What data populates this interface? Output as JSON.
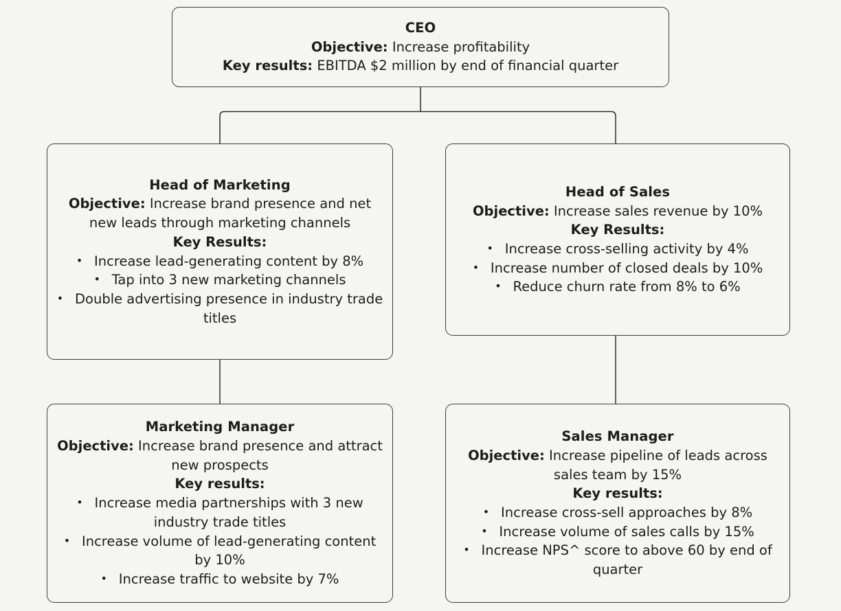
{
  "diagram": {
    "type": "org-chart",
    "title": "OKR cascade organisational chart",
    "colors": {
      "background": "#f5f5f3",
      "box_fill": "#f5f5f3",
      "box_border": "#3d3d3d",
      "connector": "#2b2b2b",
      "text": "#1c1c1c"
    },
    "labels": {
      "objective": "Objective:",
      "key_results_lower": "Key results:",
      "key_results_upper": "Key Results:",
      "bullet_glyph": "•"
    }
  },
  "nodes": {
    "ceo": {
      "title": "CEO",
      "objective_label": "Objective:",
      "objective_text": "Increase profitability",
      "key_results_label": "Key results:",
      "key_results_text": "EBITDA $2 million by end of financial quarter"
    },
    "head_of_marketing": {
      "title": "Head of Marketing",
      "objective_label": "Objective:",
      "objective_text": "Increase brand presence and net new leads through marketing channels",
      "key_results_label": "Key Results:",
      "key_results": [
        "Increase lead-generating content by 8%",
        "Tap into 3 new marketing channels",
        "Double advertising presence in industry trade titles"
      ]
    },
    "head_of_sales": {
      "title": "Head of Sales",
      "objective_label": "Objective:",
      "objective_text": "Increase sales revenue by 10%",
      "key_results_label": "Key Results:",
      "key_results": [
        "Increase cross-selling activity by 4%",
        "Increase number of closed deals by 10%",
        "Reduce churn rate from 8% to 6%"
      ]
    },
    "marketing_manager": {
      "title": "Marketing Manager",
      "objective_label": "Objective:",
      "objective_text": "Increase brand presence and attract new prospects",
      "key_results_label": "Key results:",
      "key_results": [
        "Increase media partnerships with 3 new industry trade titles",
        "Increase volume of lead-generating content by 10%",
        "Increase traffic to website by 7%"
      ]
    },
    "sales_manager": {
      "title": "Sales Manager",
      "objective_label": "Objective:",
      "objective_text": "Increase pipeline of leads across sales team by 15%",
      "key_results_label": "Key results:",
      "key_results": [
        "Increase cross-sell approaches by 8%",
        "Increase volume of sales calls by 15%",
        "Increase NPS^ score to above 60 by end of quarter"
      ]
    }
  },
  "edges": [
    {
      "from": "ceo",
      "to": "head_of_marketing"
    },
    {
      "from": "ceo",
      "to": "head_of_sales"
    },
    {
      "from": "head_of_marketing",
      "to": "marketing_manager"
    },
    {
      "from": "head_of_sales",
      "to": "sales_manager"
    }
  ]
}
